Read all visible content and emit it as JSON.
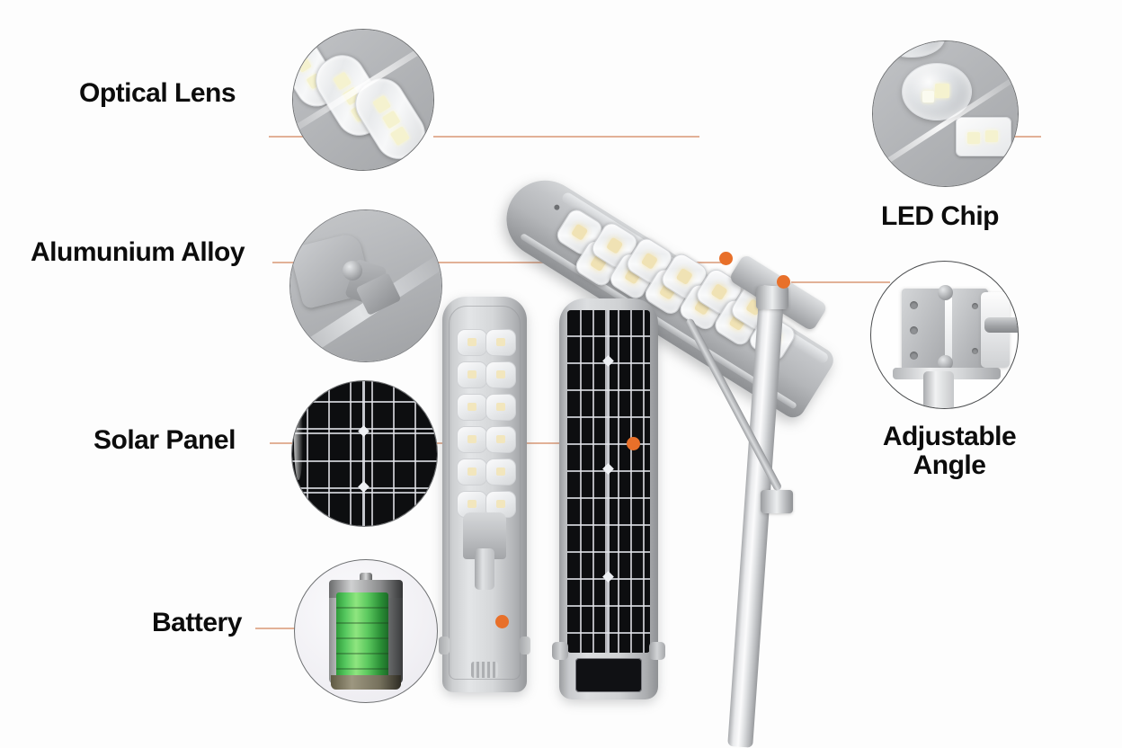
{
  "page": {
    "title": "Solar Street Light Feature Callout Diagram",
    "background_color": "#fdfdfd",
    "accent_dot_color": "#e8702a",
    "connector_line_color": "#e2b197",
    "label_color": "#0c0c0c"
  },
  "callouts": [
    {
      "id": "optical-lens",
      "label": "Optical Lens",
      "side": "left",
      "detail": "Close-up of two transparent oval optical lens modules over yellow LED chips on a gray aluminum housing"
    },
    {
      "id": "alumunium-alloy",
      "label": "Alumunium Alloy",
      "side": "left",
      "detail": "Close-up of the gray aluminum alloy body and mounting knuckle joint"
    },
    {
      "id": "solar-panel",
      "label": "Solar Panel",
      "side": "left",
      "detail": "Close-up of dark monocrystalline solar cells with white grid busbars and two diamond contacts"
    },
    {
      "id": "battery",
      "label": "Battery",
      "side": "left",
      "detail": "Green segmented lithium battery cell with metallic cap"
    },
    {
      "id": "led-chip",
      "label": "LED Chip",
      "side": "right",
      "detail": "Close-up of a large dome lens over an SMD LED chip and a secondary LED package"
    },
    {
      "id": "adjustable-angle",
      "label": "Adjustable\nAngle",
      "side": "right",
      "detail": "Close-up of the adjustable mounting bracket with bolts and pole clamp"
    }
  ],
  "product": {
    "main_view": {
      "name": "angled solar street light on pole",
      "led_module_count": 12,
      "body_color": "#b4b6b9",
      "pole_color": "#dcdee0"
    },
    "front_view": {
      "name": "front view of lamp head",
      "led_rows": 6,
      "led_columns": 2
    },
    "back_view": {
      "name": "back view with integrated solar panel",
      "panel_color": "#0c0d0f"
    }
  }
}
